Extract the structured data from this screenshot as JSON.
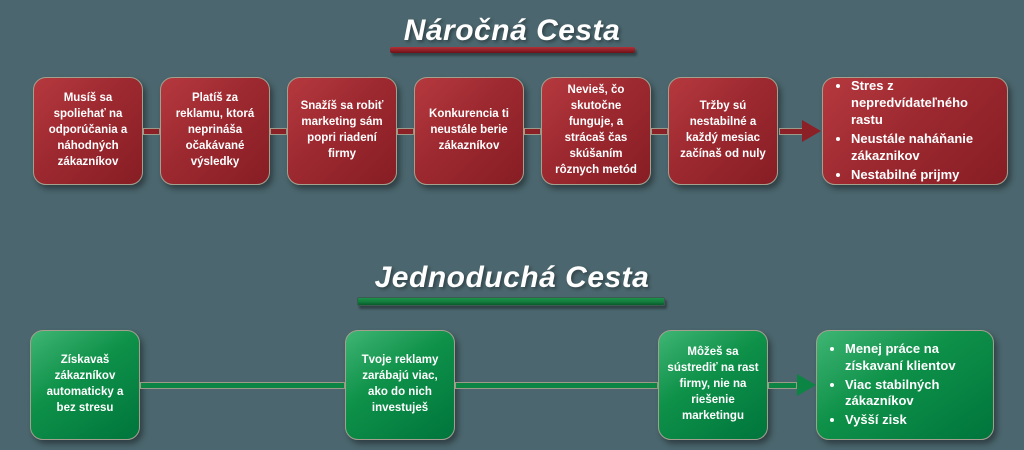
{
  "colors": {
    "background": "#4b666e",
    "red_light": "#b5393f",
    "red_dark": "#871d24",
    "red_connector": "#8c2027",
    "red_underline": "#8e1f25",
    "green_light": "#3fb574",
    "green_dark": "#00753c",
    "green_connector": "#0c8544",
    "green_underline": "#127c3c",
    "text": "#ffffff"
  },
  "hard_path": {
    "title": "Náročná Cesta",
    "steps": [
      "Musíš sa spoliehať na odporúčania a náhodných zákazníkov",
      "Platíš za reklamu, ktorá neprináša očakávané výsledky",
      "Snažíš sa robiť marketing sám popri riadení firmy",
      "Konkurencia ti neustále berie zákazníkov",
      "Nevieš, čo skutočne funguje, a strácaš čas skúšaním rôznych metód",
      "Tržby sú nestabilné a každý mesiac začínaš od nuly"
    ],
    "outcomes": [
      "Stres z nepredvídateľného rastu",
      "Neustále naháňanie zákaznikov",
      "Nestabilné prijmy"
    ]
  },
  "easy_path": {
    "title": "Jednoduchá Cesta",
    "steps": [
      "Získavaš zákazníkov automaticky a bez stresu",
      "Tvoje reklamy zarábajú viac, ako do nich investuješ",
      "Môžeš sa sústrediť na rast firmy, nie na riešenie marketingu"
    ],
    "outcomes": [
      "Menej práce na získavaní klientov",
      "Viac stabilných zákazníkov",
      "Vyšší zisk"
    ]
  }
}
